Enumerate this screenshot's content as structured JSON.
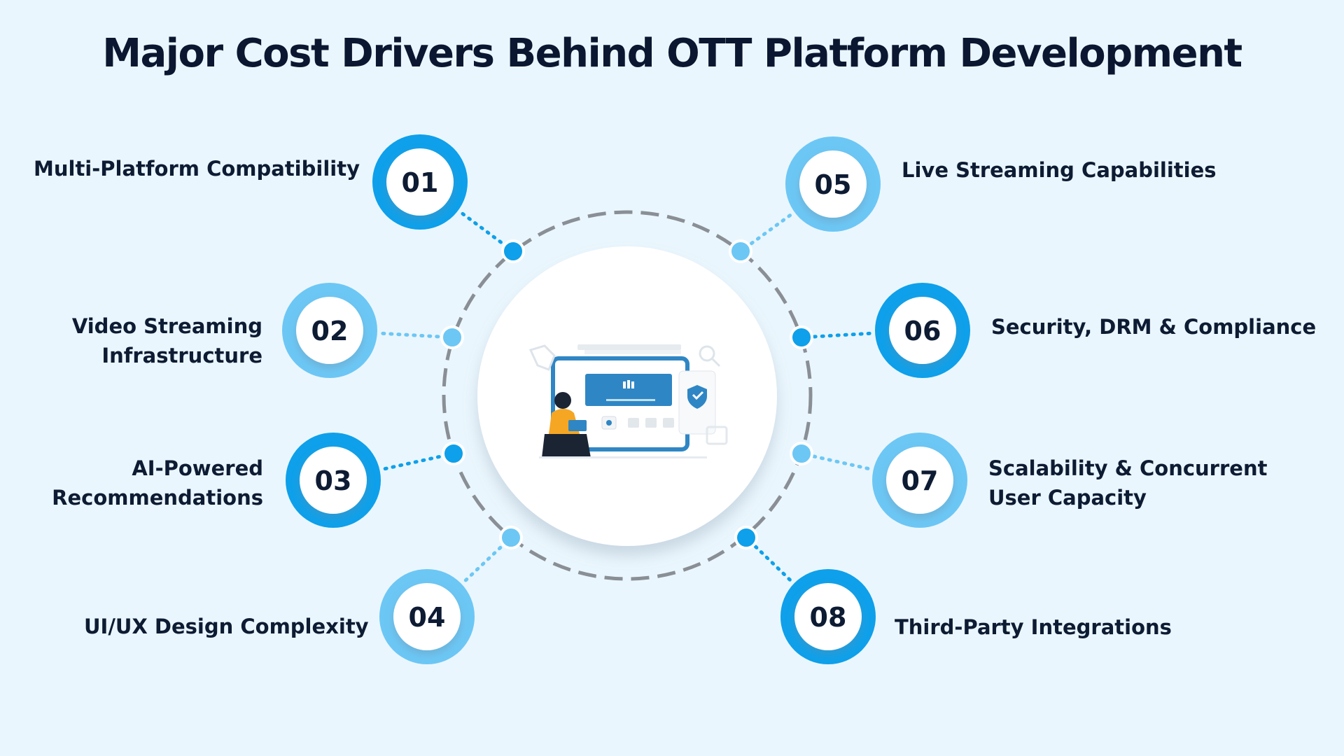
{
  "title": "Major Cost Drivers Behind OTT Platform Development",
  "colors": {
    "background": "#eaf6fd",
    "dark_blue": "#0ea0ea",
    "light_blue": "#6cc7f5",
    "text": "#0d1b33",
    "dashed_ring": "#8a8f96"
  },
  "center_illustration": "person-with-tablet-streaming-dashboard",
  "drivers": [
    {
      "number": "01",
      "lines": [
        "Multi-Platform Compatibility"
      ],
      "tone": "dark"
    },
    {
      "number": "02",
      "lines": [
        "Video Streaming",
        "Infrastructure"
      ],
      "tone": "light"
    },
    {
      "number": "03",
      "lines": [
        "AI-Powered",
        "Recommendations"
      ],
      "tone": "dark"
    },
    {
      "number": "04",
      "lines": [
        "UI/UX Design Complexity"
      ],
      "tone": "light"
    },
    {
      "number": "05",
      "lines": [
        "Live Streaming Capabilities"
      ],
      "tone": "light"
    },
    {
      "number": "06",
      "lines": [
        "Security, DRM & Compliance"
      ],
      "tone": "dark"
    },
    {
      "number": "07",
      "lines": [
        "Scalability & Concurrent",
        "User Capacity"
      ],
      "tone": "light"
    },
    {
      "number": "08",
      "lines": [
        "Third-Party Integrations"
      ],
      "tone": "dark"
    }
  ]
}
